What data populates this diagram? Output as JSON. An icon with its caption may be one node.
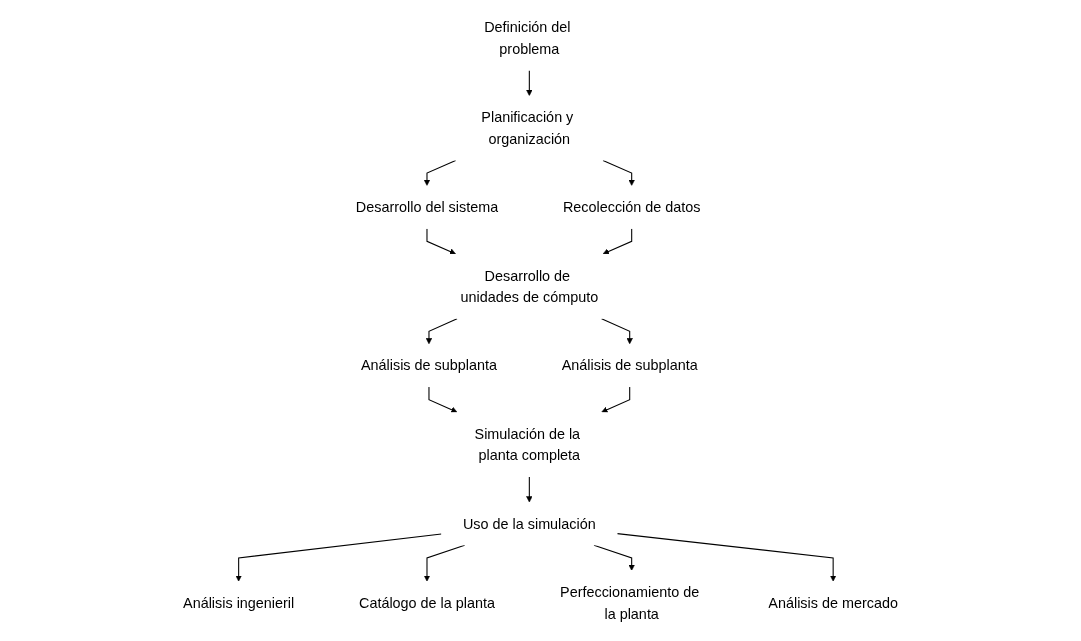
{
  "diagram": {
    "nodes": [
      {
        "text": [
          "Definición del problema"
        ]
      },
      {
        "text": [
          "Planificación y organización"
        ]
      },
      {
        "text": [
          "Desarrollo del sistema"
        ]
      },
      {
        "text": [
          "Recolección de datos"
        ]
      },
      {
        "text": [
          "Desarrollo de unidades de cómputo"
        ]
      },
      {
        "text": [
          "Análisis de subplanta"
        ]
      },
      {
        "text": [
          "Análisis de subplanta"
        ]
      },
      {
        "text": [
          "Simulación de la planta completa"
        ]
      },
      {
        "text": [
          "Uso de la simulación"
        ]
      },
      {
        "text": [
          "Análisis ingenieril"
        ]
      },
      {
        "text": [
          "Catálogo de la planta"
        ]
      },
      {
        "text": [
          "Perfeccionamiento de la planta"
        ]
      },
      {
        "text": [
          "Análisis de mercado"
        ]
      }
    ],
    "edges": [
      {
        "from": 0,
        "to": 1,
        "arrow": "to"
      },
      {
        "from": 1,
        "to": 2,
        "arrow": "to"
      },
      {
        "from": 1,
        "to": 3,
        "arrow": "to"
      },
      {
        "from": 2,
        "to": 4,
        "arrow": "to"
      },
      {
        "from": 3,
        "to": 4,
        "arrow": "to"
      },
      {
        "from": 4,
        "to": 5,
        "arrow": "to"
      },
      {
        "from": 4,
        "to": 6,
        "arrow": "to"
      },
      {
        "from": 5,
        "to": 7,
        "arrow": "to"
      },
      {
        "from": 6,
        "to": 7,
        "arrow": "to"
      },
      {
        "from": 7,
        "to": 8,
        "arrow": "to"
      },
      {
        "from": 8,
        "to": 9,
        "arrow": "to"
      },
      {
        "from": 8,
        "to": 10,
        "arrow": "to"
      },
      {
        "from": 8,
        "to": 11,
        "arrow": "to"
      },
      {
        "from": 8,
        "to": 12,
        "arrow": "to"
      }
    ]
  }
}
